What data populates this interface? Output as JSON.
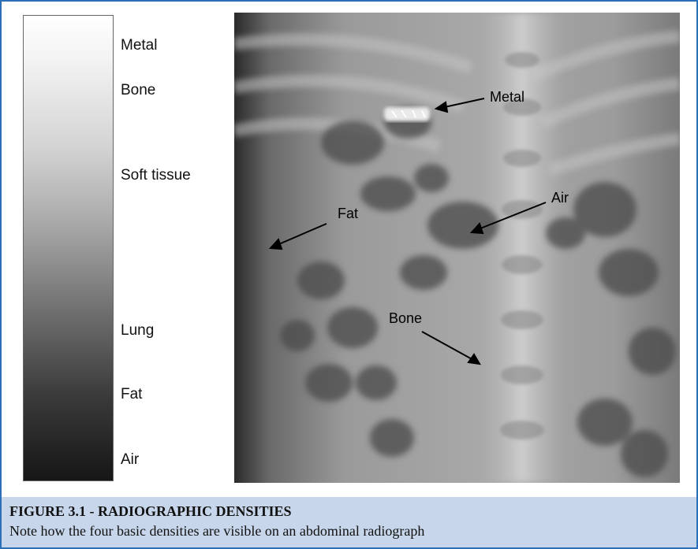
{
  "scale": {
    "labels": [
      "Metal",
      "Bone",
      "Soft tissue",
      "Lung",
      "Fat",
      "Air"
    ]
  },
  "radiograph": {
    "annotations": {
      "metal": "Metal",
      "fat": "Fat",
      "air": "Air",
      "bone": "Bone"
    }
  },
  "caption": {
    "title": "FIGURE 3.1 - RADIOGRAPHIC DENSITIES",
    "text": "Note how the four basic densities are visible on an abdominal radiograph"
  }
}
